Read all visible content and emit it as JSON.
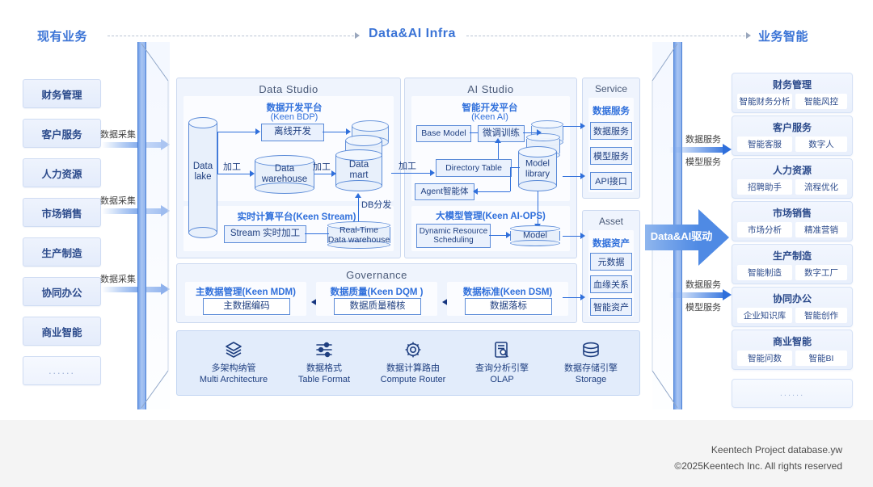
{
  "headers": {
    "left": "现有业务",
    "center": "Data&AI Infra",
    "right": "业务智能"
  },
  "left_business": {
    "items": [
      {
        "label": "财务管理"
      },
      {
        "label": "客户服务"
      },
      {
        "label": "人力资源"
      },
      {
        "label": "市场销售"
      },
      {
        "label": "生产制造"
      },
      {
        "label": "协同办公"
      },
      {
        "label": "商业智能"
      },
      {
        "label": "......"
      }
    ],
    "flow_labels": [
      "数据采集",
      "数据采集",
      "数据采集"
    ]
  },
  "data_studio": {
    "title": "Data Studio",
    "bdp": {
      "title": "数据开发平台",
      "subtitle": "(Keen BDP)",
      "offline_dev": "离线开发",
      "data_lake": "Data\nlake",
      "data_lake_l1": "Data",
      "data_lake_l2": "lake",
      "data_warehouse_l1": "Data",
      "data_warehouse_l2": "warehouse",
      "data_mart_l1": "Data",
      "data_mart_l2": "mart",
      "edge_process_1": "加工",
      "edge_process_2": "加工",
      "edge_db": "DB分发"
    },
    "stream": {
      "title": "实时计算平台(Keen Stream)",
      "stream_node": "Stream 实时加工",
      "rt_warehouse_l1": "Real-Time",
      "rt_warehouse_l2": "Data warehouse"
    }
  },
  "ai_studio": {
    "title": "AI Studio",
    "keenai": {
      "title": "智能开发平台",
      "subtitle": "(Keen AI)",
      "base_model": "Base Model",
      "finetune": "微调训练",
      "directory_table": "Directory Table",
      "agent": "Agent智能体",
      "model_library_l1": "Model",
      "model_library_l2": "library",
      "edge_process": "加工"
    },
    "aiops": {
      "title": "大模型管理(Keen AI-OPS)",
      "scheduling_l1": "Dynamic Resource",
      "scheduling_l2": "Scheduling",
      "model": "Model"
    }
  },
  "service": {
    "title": "Service",
    "head": "数据服务",
    "items": [
      "数据服务",
      "模型服务",
      "API接口"
    ]
  },
  "asset": {
    "title": "Asset",
    "head": "数据资产",
    "items": [
      "元数据",
      "血缘关系",
      "智能资产"
    ]
  },
  "governance": {
    "title": "Governance",
    "cells": [
      {
        "title": "主数据管理(Keen MDM)",
        "box": "主数据编码"
      },
      {
        "title": "数据质量(Keen DQM )",
        "box": "数据质量稽核"
      },
      {
        "title": "数据标准(Keen DSM)",
        "box": "数据落标"
      }
    ]
  },
  "capabilities": [
    {
      "icon": "layers-icon",
      "cn": "多架构纳管",
      "en": "Multi Architecture"
    },
    {
      "icon": "sliders-icon",
      "cn": "数据格式",
      "en": "Table Format"
    },
    {
      "icon": "gear-icon",
      "cn": "数据计算路由",
      "en": "Compute Router"
    },
    {
      "icon": "document-search-icon",
      "cn": "查询分析引擎",
      "en": "OLAP"
    },
    {
      "icon": "storage-icon",
      "cn": "数据存储引擎",
      "en": "Storage"
    }
  ],
  "drive": {
    "label": "Data&AI驱动",
    "flow_labels": [
      {
        "top": "数据服务",
        "bottom": "模型服务"
      },
      {
        "top": "数据服务",
        "bottom": "模型服务"
      }
    ]
  },
  "right_outcomes": [
    {
      "title": "财务管理",
      "pills": [
        "智能财务分析",
        "智能风控"
      ]
    },
    {
      "title": "客户服务",
      "pills": [
        "智能客服",
        "数字人"
      ]
    },
    {
      "title": "人力资源",
      "pills": [
        "招聘助手",
        "流程优化"
      ]
    },
    {
      "title": "市场销售",
      "pills": [
        "市场分析",
        "精准营销"
      ]
    },
    {
      "title": "生产制造",
      "pills": [
        "智能制造",
        "数字工厂"
      ]
    },
    {
      "title": "协同办公",
      "pills": [
        "企业知识库",
        "智能创作"
      ]
    },
    {
      "title": "商业智能",
      "pills": [
        "智能问数",
        "智能BI"
      ]
    },
    {
      "title": "",
      "pills": [],
      "ghost": "......"
    }
  ],
  "footer": {
    "line1": "Keentech Project database.yw",
    "line2": "©2025Keentech Inc. All rights reserved"
  },
  "colors": {
    "brand_blue": "#2f6fdb",
    "deep_blue": "#2b4a8b",
    "panel_blue": "#8fb3ee",
    "light_bg": "#eff4fd"
  }
}
